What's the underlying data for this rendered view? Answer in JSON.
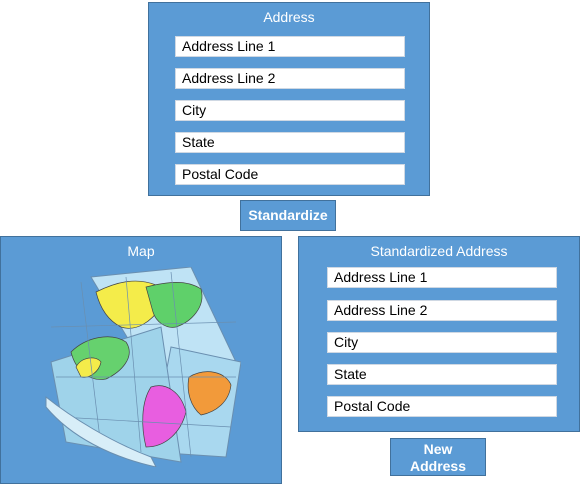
{
  "address_panel": {
    "title": "Address",
    "fields": [
      {
        "placeholder": "Address Line 1"
      },
      {
        "placeholder": "Address Line 2"
      },
      {
        "placeholder": "City"
      },
      {
        "placeholder": "State"
      },
      {
        "placeholder": "Postal Code"
      }
    ]
  },
  "standardize_button": {
    "label": "Standardize"
  },
  "map_panel": {
    "title": "Map"
  },
  "standardized_panel": {
    "title": "Standardized Address",
    "fields": [
      {
        "value": "Address Line 1"
      },
      {
        "value": "Address Line 2"
      },
      {
        "value": "City"
      },
      {
        "value": "State"
      },
      {
        "value": "Postal Code"
      }
    ]
  },
  "new_address_button": {
    "label_line1": "New",
    "label_line2": "Address"
  },
  "colors": {
    "panel_bg": "#5b9bd5",
    "panel_border": "#41719c",
    "field_bg": "#ffffff"
  }
}
